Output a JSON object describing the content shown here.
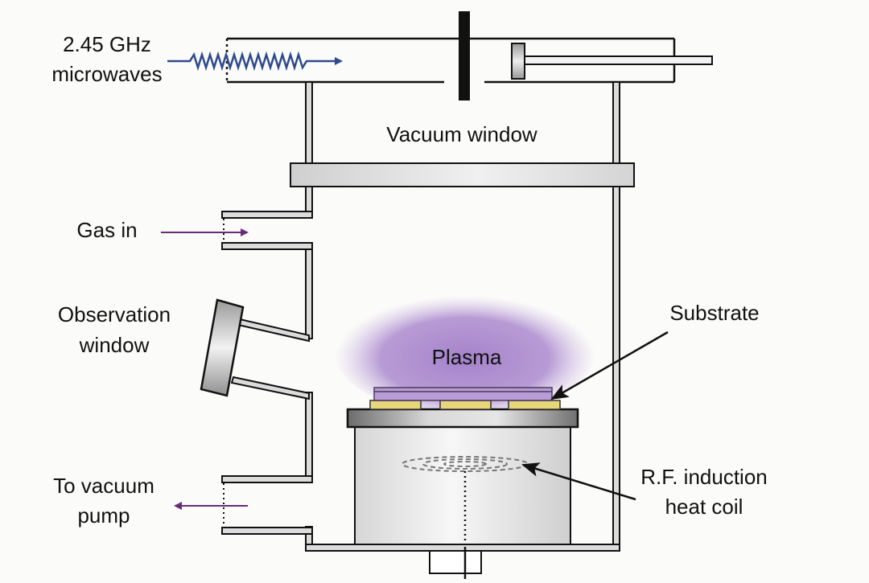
{
  "diagram": {
    "title": "Microwave plasma CVD reactor",
    "labels": {
      "microwaves_line1": "2.45 GHz",
      "microwaves_line2": "microwaves",
      "vacuum_window": "Vacuum window",
      "gas_in": "Gas in",
      "observation_line1": "Observation",
      "observation_line2": "window",
      "plasma": "Plasma",
      "substrate": "Substrate",
      "rf_line1": "R.F. induction",
      "rf_line2": "heat coil",
      "pump_line1": "To vacuum",
      "pump_line2": "pump"
    },
    "colors": {
      "microwave_arrow": "#2e4a8f",
      "gas_arrow": "#6a2a7a",
      "plasma": "#a07cc8",
      "substrate_pads": "#e8d67a",
      "line": "#111111",
      "wall_fill": "#dcdcdc"
    }
  }
}
